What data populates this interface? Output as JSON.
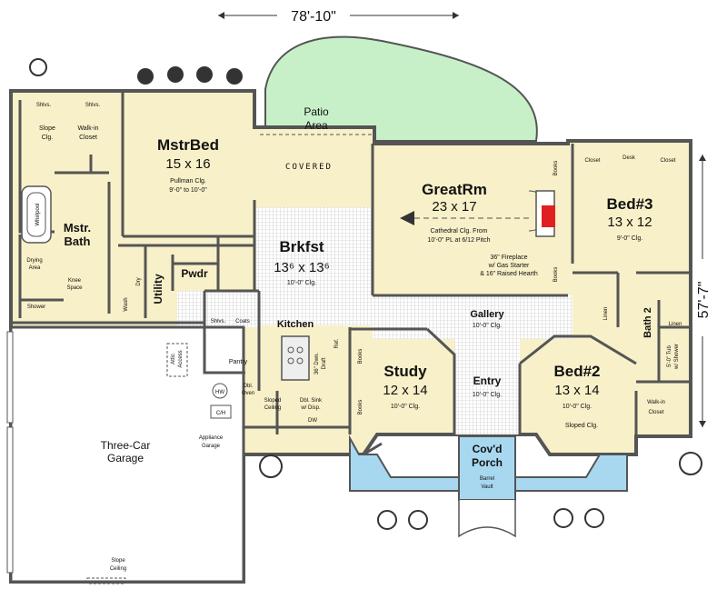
{
  "dimensions": {
    "width": "78'-10\"",
    "depth": "57'-7\""
  },
  "colors": {
    "room": "#f8f0c8",
    "patio": "#c8f0c8",
    "covered": "#a8d8f0",
    "porch": "#a8d8f0",
    "wall": "#555555",
    "tile": "#c8c8c8",
    "fireplace": "#e02020"
  },
  "rooms": {
    "mstrbed": {
      "name": "MstrBed",
      "size": "15 x 16",
      "note1": "Pullman Clg.",
      "note2": "9'-0\" to 10'-0\""
    },
    "mstrbath": {
      "name1": "Mstr.",
      "name2": "Bath",
      "whirlpool": "Whirlpool",
      "drying1": "Drying",
      "drying2": "Area",
      "knee1": "Knee",
      "knee2": "Space",
      "shower": "Shower"
    },
    "closet_m": {
      "shlvs1": "Shlvs.",
      "shlvs2": "Shlvs.",
      "slope1": "Slope",
      "slope2": "Clg.",
      "walkin1": "Walk-in",
      "walkin2": "Closet"
    },
    "patio": {
      "name1": "Patio",
      "name2": "Area",
      "covered": "COVERED"
    },
    "greatrm": {
      "name": "GreatRm",
      "size": "23 x 17",
      "note1": "Cathedral Clg. From",
      "note2": "10'-0\" PL at 6/12 Pitch",
      "fp1": "36\" Fireplace",
      "fp2": "w/ Gas Starter",
      "fp3": "& 16\" Raised Hearth",
      "books1": "Books",
      "books2": "Books"
    },
    "bed3": {
      "name": "Bed#3",
      "size": "13 x 12",
      "clg": "9'-0\" Clg.",
      "closet1": "Closet",
      "desk": "Desk",
      "closet2": "Closet"
    },
    "brkfst": {
      "name": "Brkfst",
      "size": "13⁶ x 13⁶",
      "clg": "10'-0\" Clg."
    },
    "utility": {
      "name": "Utility",
      "pwdr": "Pwdr",
      "wash": "Wash",
      "dry": "Dry"
    },
    "kitchen": {
      "name": "Kitchen",
      "shlvs": "Shlvs.",
      "coats": "Coats",
      "pantry": "Pantry",
      "dbl_oven1": "Dbl.",
      "dbl_oven2": "Oven",
      "sloped1": "Sloped",
      "sloped2": "Ceiling",
      "sink1": "Dbl. Sink",
      "sink2": "w/ Disp.",
      "dw": "DW",
      "den1": "36\" Dwn.",
      "den2": "Draft",
      "ref": "Ref."
    },
    "gallery": {
      "name": "Gallery",
      "clg": "10'-0\" Clg."
    },
    "study": {
      "name": "Study",
      "size": "12 x 14",
      "clg": "10'-0\" Clg.",
      "books1": "Books",
      "books2": "Books"
    },
    "entry": {
      "name": "Entry",
      "clg": "10'-0\" Clg."
    },
    "bed2": {
      "name": "Bed#2",
      "size": "13 x 14",
      "clg": "10'-0\" Clg.",
      "sloped": "Sloped Clg.",
      "walkin1": "Walk-in",
      "walkin2": "Closet"
    },
    "bath2": {
      "name": "Bath 2",
      "linen1": "Linen",
      "linen2": "Linen",
      "tub1": "5'-0\" Tub",
      "tub2": "w/ Shower"
    },
    "porch": {
      "name1": "Cov'd",
      "name2": "Porch",
      "barrel1": "Barrel",
      "barrel2": "Vault"
    },
    "garage": {
      "name1": "Three-Car",
      "name2": "Garage",
      "attic1": "Attic",
      "attic2": "Access",
      "hw": "HW",
      "ch": "C/H",
      "app1": "Appliance",
      "app2": "Garage",
      "slope1": "Slope",
      "slope2": "Ceiling"
    }
  }
}
